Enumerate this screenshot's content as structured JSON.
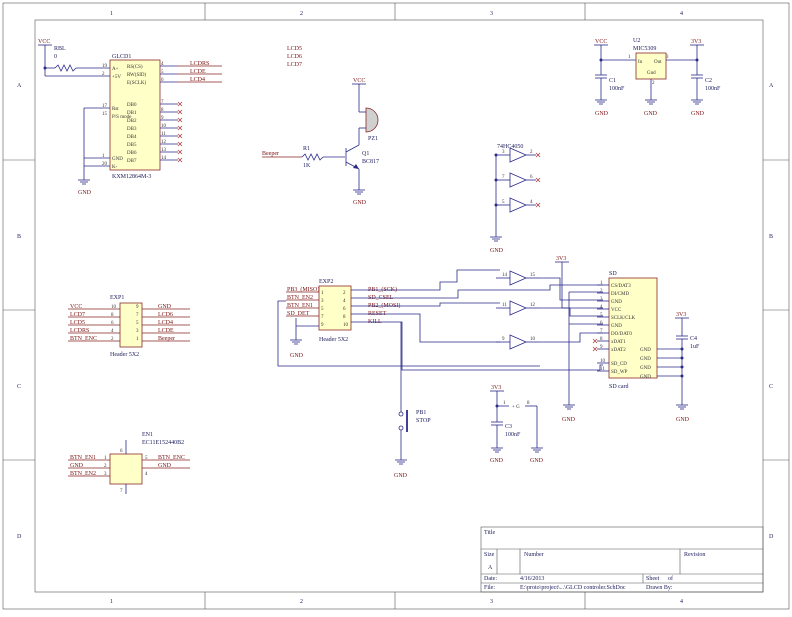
{
  "frame": {
    "cols": [
      "1",
      "2",
      "3",
      "4"
    ],
    "rows": [
      "A",
      "B",
      "C",
      "D"
    ]
  },
  "title_block": {
    "title_label": "Title",
    "size_label": "Size",
    "size_value": "A",
    "number_label": "Number",
    "revision_label": "Revision",
    "date_label": "Date:",
    "date_value": "4/16/2013",
    "sheet_label": "Sheet",
    "sheet_of": "of",
    "file_label": "File:",
    "file_value": "E:\\proto\\project\\...\\GLCD controler.SchDoc",
    "drawn_label": "Drawn By:"
  },
  "glcd": {
    "ref": "GLCD1",
    "part": "KXM12864M-3",
    "vcc": "VCC",
    "rbl_ref": "RBL",
    "rbl_val": "0",
    "gnd": "GND",
    "pins_left": [
      {
        "num": "19",
        "name": "A+"
      },
      {
        "num": "2",
        "name": "+5V"
      },
      {
        "num": "17",
        "name": "Rst"
      },
      {
        "num": "15",
        "name": "P/S mode"
      },
      {
        "num": "1",
        "name": "GND"
      },
      {
        "num": "20",
        "name": "K-"
      }
    ],
    "pins_right": [
      {
        "num": "4",
        "name": "RS(CS)",
        "net": "LCDRS"
      },
      {
        "num": "5",
        "name": "RW(SID)",
        "net": "LCDE"
      },
      {
        "num": "6",
        "name": "E(SCLK)",
        "net": "LCD4"
      },
      {
        "num": "7",
        "name": "DB0"
      },
      {
        "num": "8",
        "name": "DB1"
      },
      {
        "num": "9",
        "name": "DB2"
      },
      {
        "num": "10",
        "name": "DB3"
      },
      {
        "num": "11",
        "name": "DB4"
      },
      {
        "num": "12",
        "name": "DB5"
      },
      {
        "num": "13",
        "name": "DB6"
      },
      {
        "num": "14",
        "name": "DB7"
      }
    ]
  },
  "nc_labels": [
    "LCD5",
    "LCD6",
    "LCD7"
  ],
  "buzzer": {
    "vcc": "VCC",
    "pz_ref": "PZ1",
    "r_ref": "R1",
    "r_val": "1K",
    "net": "Beeper",
    "q_ref": "Q1",
    "q_val": "BC817",
    "gnd": "GND"
  },
  "regulator": {
    "vcc": "VCC",
    "ref": "U2",
    "part": "MIC5309",
    "pin_in": "In",
    "pin_out": "Out",
    "pin_gnd": "Gnd",
    "p1": "1",
    "p2": "2",
    "p3": "3",
    "out_net": "3V3",
    "c1_ref": "C1",
    "c1_val": "100nF",
    "c2_ref": "C2",
    "c2_val": "100nF",
    "gnd": "GND"
  },
  "buffer_top": {
    "ref": "74HC4050",
    "gates": [
      {
        "in": "3",
        "out": "2"
      },
      {
        "in": "7",
        "out": "6"
      },
      {
        "in": "5",
        "out": "4"
      }
    ],
    "gnd": "GND"
  },
  "exp1": {
    "ref": "EXP1",
    "part": "Header 5X2",
    "rows": [
      {
        "l": "VCC",
        "pl": "10",
        "pr": "9",
        "r": "GND"
      },
      {
        "l": "LCD7",
        "pl": "8",
        "pr": "7",
        "r": "LCD6"
      },
      {
        "l": "LCD5",
        "pl": "6",
        "pr": "5",
        "r": "LCD4"
      },
      {
        "l": "LCDRS",
        "pl": "4",
        "pr": "3",
        "r": "LCDE"
      },
      {
        "l": "BTN_ENC",
        "pl": "2",
        "pr": "1",
        "r": "Beeper"
      }
    ]
  },
  "exp2": {
    "ref": "EXP2",
    "part": "Header 5X2",
    "rows": [
      {
        "l": "PB3_(MISO)",
        "pl": "1",
        "pr": "2",
        "r": "PB1_(SCK)"
      },
      {
        "l": "BTN_EN2",
        "pl": "3",
        "pr": "4",
        "r": "SD_CSEL"
      },
      {
        "l": "BTN_EN1",
        "pl": "5",
        "pr": "6",
        "r": "PB2_(MOSI)"
      },
      {
        "l": "SD_DET",
        "pl": "7",
        "pr": "8",
        "r": "RESET"
      },
      {
        "l": "",
        "pl": "9",
        "pr": "10",
        "r": "KILL"
      }
    ],
    "gnd": "GND"
  },
  "sd": {
    "ref": "SD",
    "part": "SD card",
    "supply": "3V3",
    "pins": [
      {
        "num": "1",
        "name": "CS/DAT3"
      },
      {
        "num": "2",
        "name": "DI/CMD"
      },
      {
        "num": "3",
        "name": "GND"
      },
      {
        "num": "4",
        "name": "VCC"
      },
      {
        "num": "5",
        "name": "SCLK/CLK"
      },
      {
        "num": "6",
        "name": "GND"
      },
      {
        "num": "7",
        "name": "DO/DAT0"
      },
      {
        "num": "8",
        "name": "xDAT1"
      },
      {
        "num": "9",
        "name": "xDAT2"
      },
      {
        "num": "10",
        "name": "SD_CD"
      },
      {
        "num": "11",
        "name": "SD_WP"
      }
    ],
    "gnd_pins": [
      "GND",
      "GND",
      "GND",
      "GND"
    ],
    "c4_ref": "C4",
    "c4_val": "1uF",
    "c4_net": "3V3",
    "gnd": "GND"
  },
  "buffer_mid": {
    "gates": [
      {
        "in": "14",
        "out": "15"
      },
      {
        "in": "11",
        "out": "12"
      },
      {
        "in": "9",
        "out": "10"
      }
    ]
  },
  "pb1": {
    "ref": "PB1",
    "label": "STOP",
    "gnd": "GND"
  },
  "cap3": {
    "net": "3V3",
    "p1": "1",
    "p8": "8",
    "g": "+ G",
    "ref": "C3",
    "val": "100nF",
    "gnd": "GND"
  },
  "encoder": {
    "ref": "EN1",
    "part": "EC11E152440B2",
    "pin6": "6",
    "pin7": "7",
    "rows": [
      {
        "l": "BTN_EN1",
        "pl": "1",
        "pr": "5",
        "r": "BTN_ENC"
      },
      {
        "l": "GND",
        "pl": "2",
        "pr": "",
        "r": "GND"
      },
      {
        "l": "BTN_EN2",
        "pl": "3",
        "pr": "4",
        "r": ""
      }
    ]
  }
}
